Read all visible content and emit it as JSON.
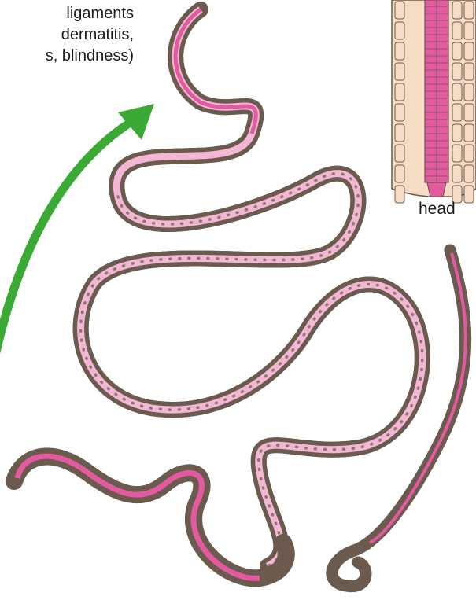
{
  "caption": {
    "lines": [
      "ligaments",
      "dermatitis,",
      "s, blindness)"
    ]
  },
  "labels": {
    "head": "head"
  },
  "colors": {
    "body_fill": "#f6dcc4",
    "body_outline": "#6b5b4e",
    "gut": "#e35aa0",
    "gut_light": "#f3b6d4",
    "nucleus": "#c9c0b5",
    "arrow": "#3aaa35"
  }
}
